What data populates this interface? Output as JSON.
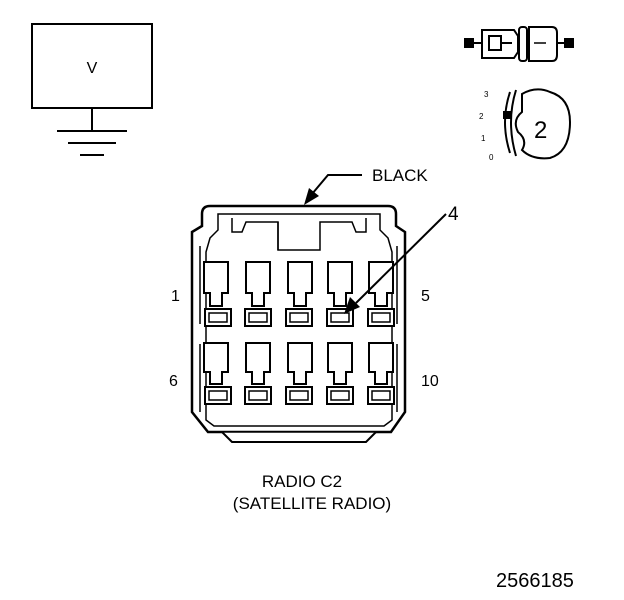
{
  "meter_symbol": {
    "label": "V",
    "icon": "ground-icon"
  },
  "connector": {
    "color_label": "BLACK",
    "pin_callout": "4",
    "pin_labels": {
      "top_left": "1",
      "top_right": "5",
      "bottom_left": "6",
      "bottom_right": "10"
    },
    "name": "RADIO C2",
    "description": "(SATELLITE RADIO)"
  },
  "switch_icon": {
    "icon": "rotary-switch-icon",
    "positions": [
      "3",
      "2",
      "1",
      "0"
    ],
    "selected": "2"
  },
  "figure_id": "2566185"
}
